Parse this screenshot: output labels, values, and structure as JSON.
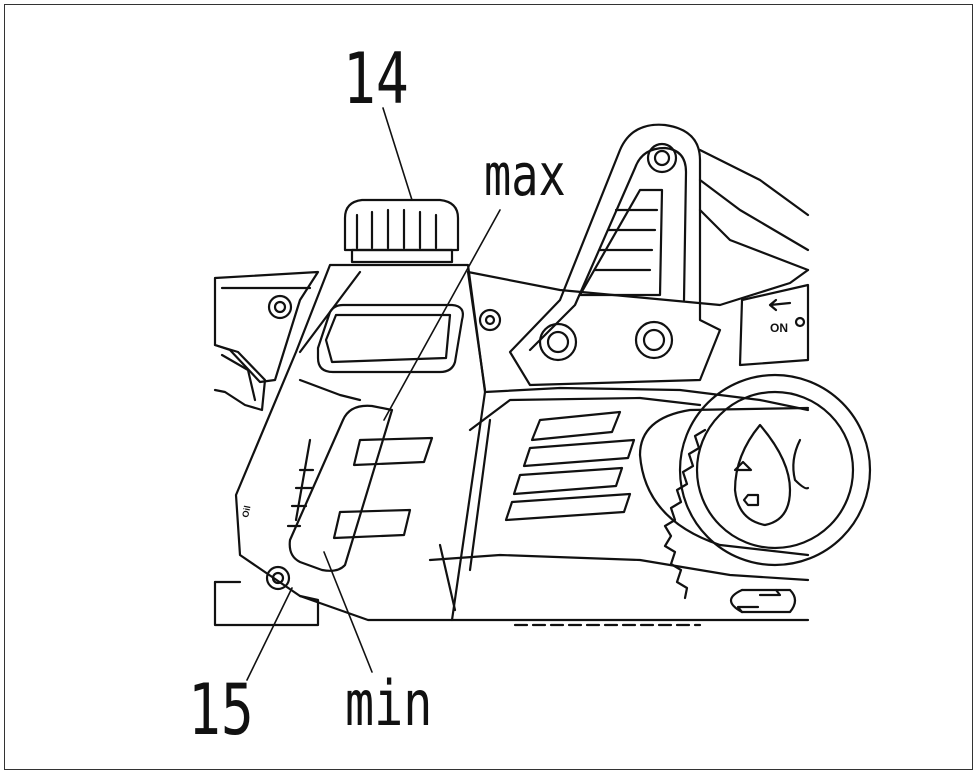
{
  "callouts": {
    "cap": "14",
    "max": "max",
    "window": "15",
    "min": "min"
  },
  "markings": {
    "on": "ON",
    "oil": "Oil"
  },
  "colors": {
    "line": "#111111",
    "background": "#ffffff"
  }
}
